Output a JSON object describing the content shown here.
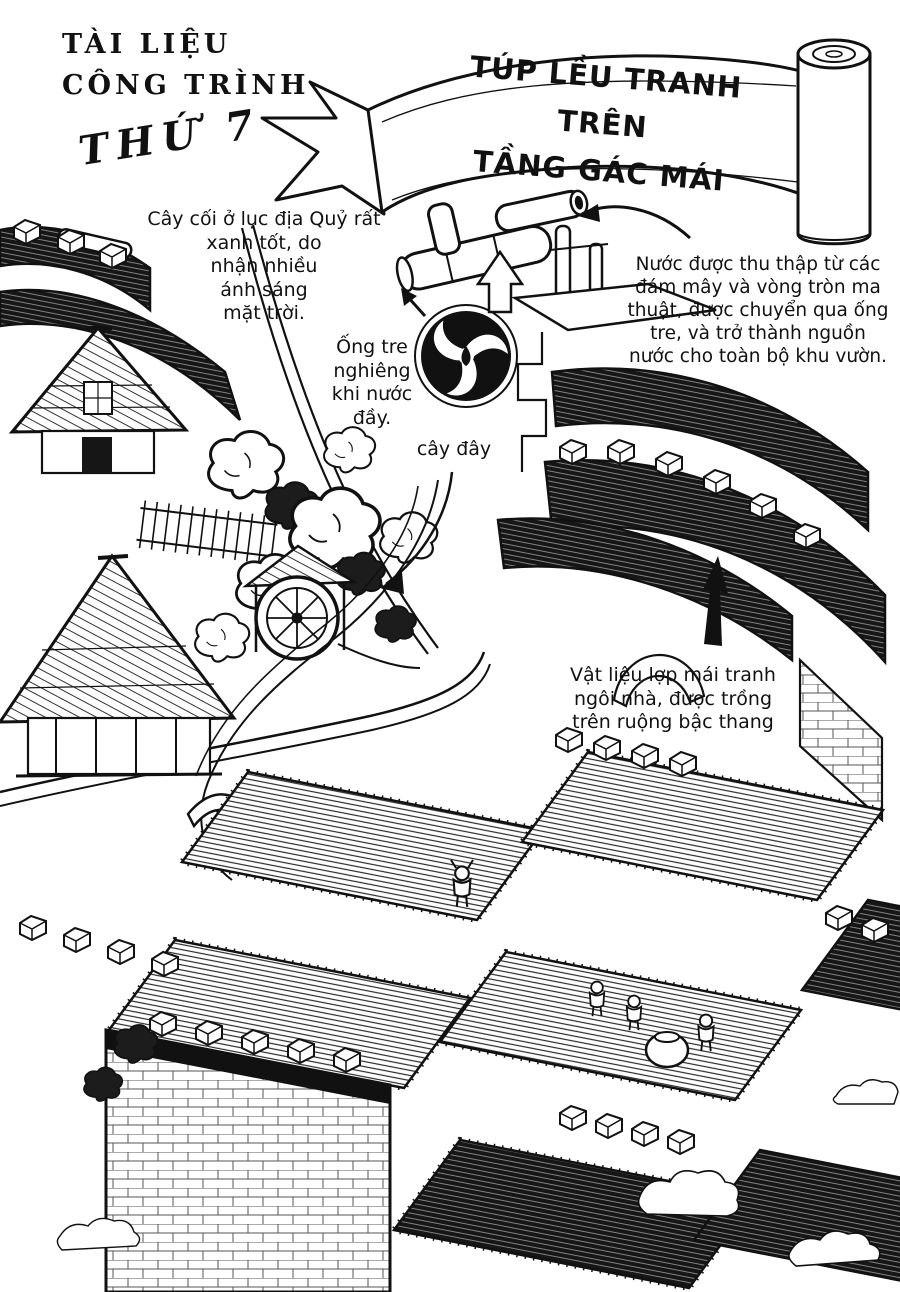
{
  "header": {
    "line1": "TÀI LIỆU",
    "line2": "CÔNG TRÌNH",
    "line3": "THỨ 7"
  },
  "banner": {
    "title": "TÚP LỀU TRANH TRÊN\nTẦNG GÁC MÁI"
  },
  "annotations": {
    "trees": "Cây cối ở lục địa Quỷ rất\nxanh tốt, do\nnhận nhiều\nánh sáng\nmặt trời.",
    "bamboo": "Ống tre\nnghiêng\nkhi nước\nđầy.",
    "tree_pointer": "cây đây",
    "water": "Nước được thu thập từ các\nđám mây và vòng tròn ma\nthuật, được chuyển qua ống\ntre, và trở thành nguồn\nnước cho toàn bộ khu vườn.",
    "thatch": "Vật liệu lợp mái tranh\nngôi nhà, được trồng\ntrên ruộng bậc thang"
  },
  "icons": {
    "emblem": "water-swirl-emblem",
    "scroll": "banner-scroll"
  },
  "colors": {
    "ink": "#111111",
    "paper": "#ffffff"
  }
}
